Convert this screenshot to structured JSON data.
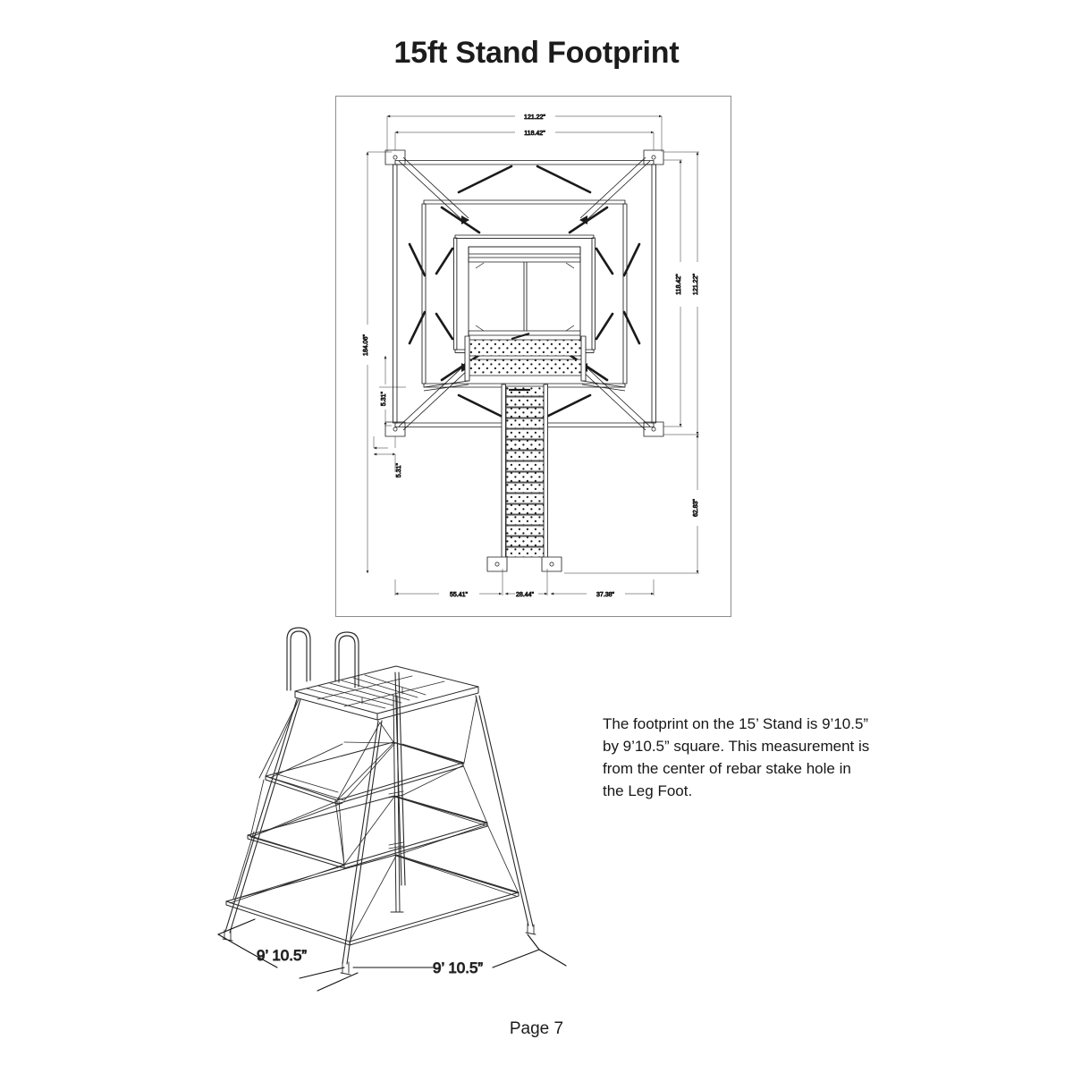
{
  "document": {
    "title": "15ft Stand Footprint",
    "footer": "Page 7"
  },
  "caption": {
    "text": "The footprint on the 15’ Stand is 9’10.5” by 9’10.5” square. This measurement is from the center of rebar stake hole in the Leg Foot."
  },
  "top_view": {
    "name": "footprint-top-view",
    "dimensions": {
      "top_outer": "121.22\"",
      "top_inner": "118.42\"",
      "right_inner": "118.42\"",
      "right_outer": "121.22\"",
      "right_lower": "62.83\"",
      "left_overall": "184.06\"",
      "left_offset": "5.31\"",
      "bottom_offset": "5.31\"",
      "bottom_left": "55.41\"",
      "bottom_center": "28.44\"",
      "bottom_right": "37.38\""
    }
  },
  "iso_view": {
    "name": "stand-isometric-view",
    "dimensions": {
      "left_label": "9’ 10.5”",
      "right_label": "9’ 10.5”"
    }
  },
  "colors": {
    "ink": "#1a1a1a",
    "frame": "#8d8d8d",
    "dimension": "#2b2b2b",
    "page": "#ffffff"
  }
}
